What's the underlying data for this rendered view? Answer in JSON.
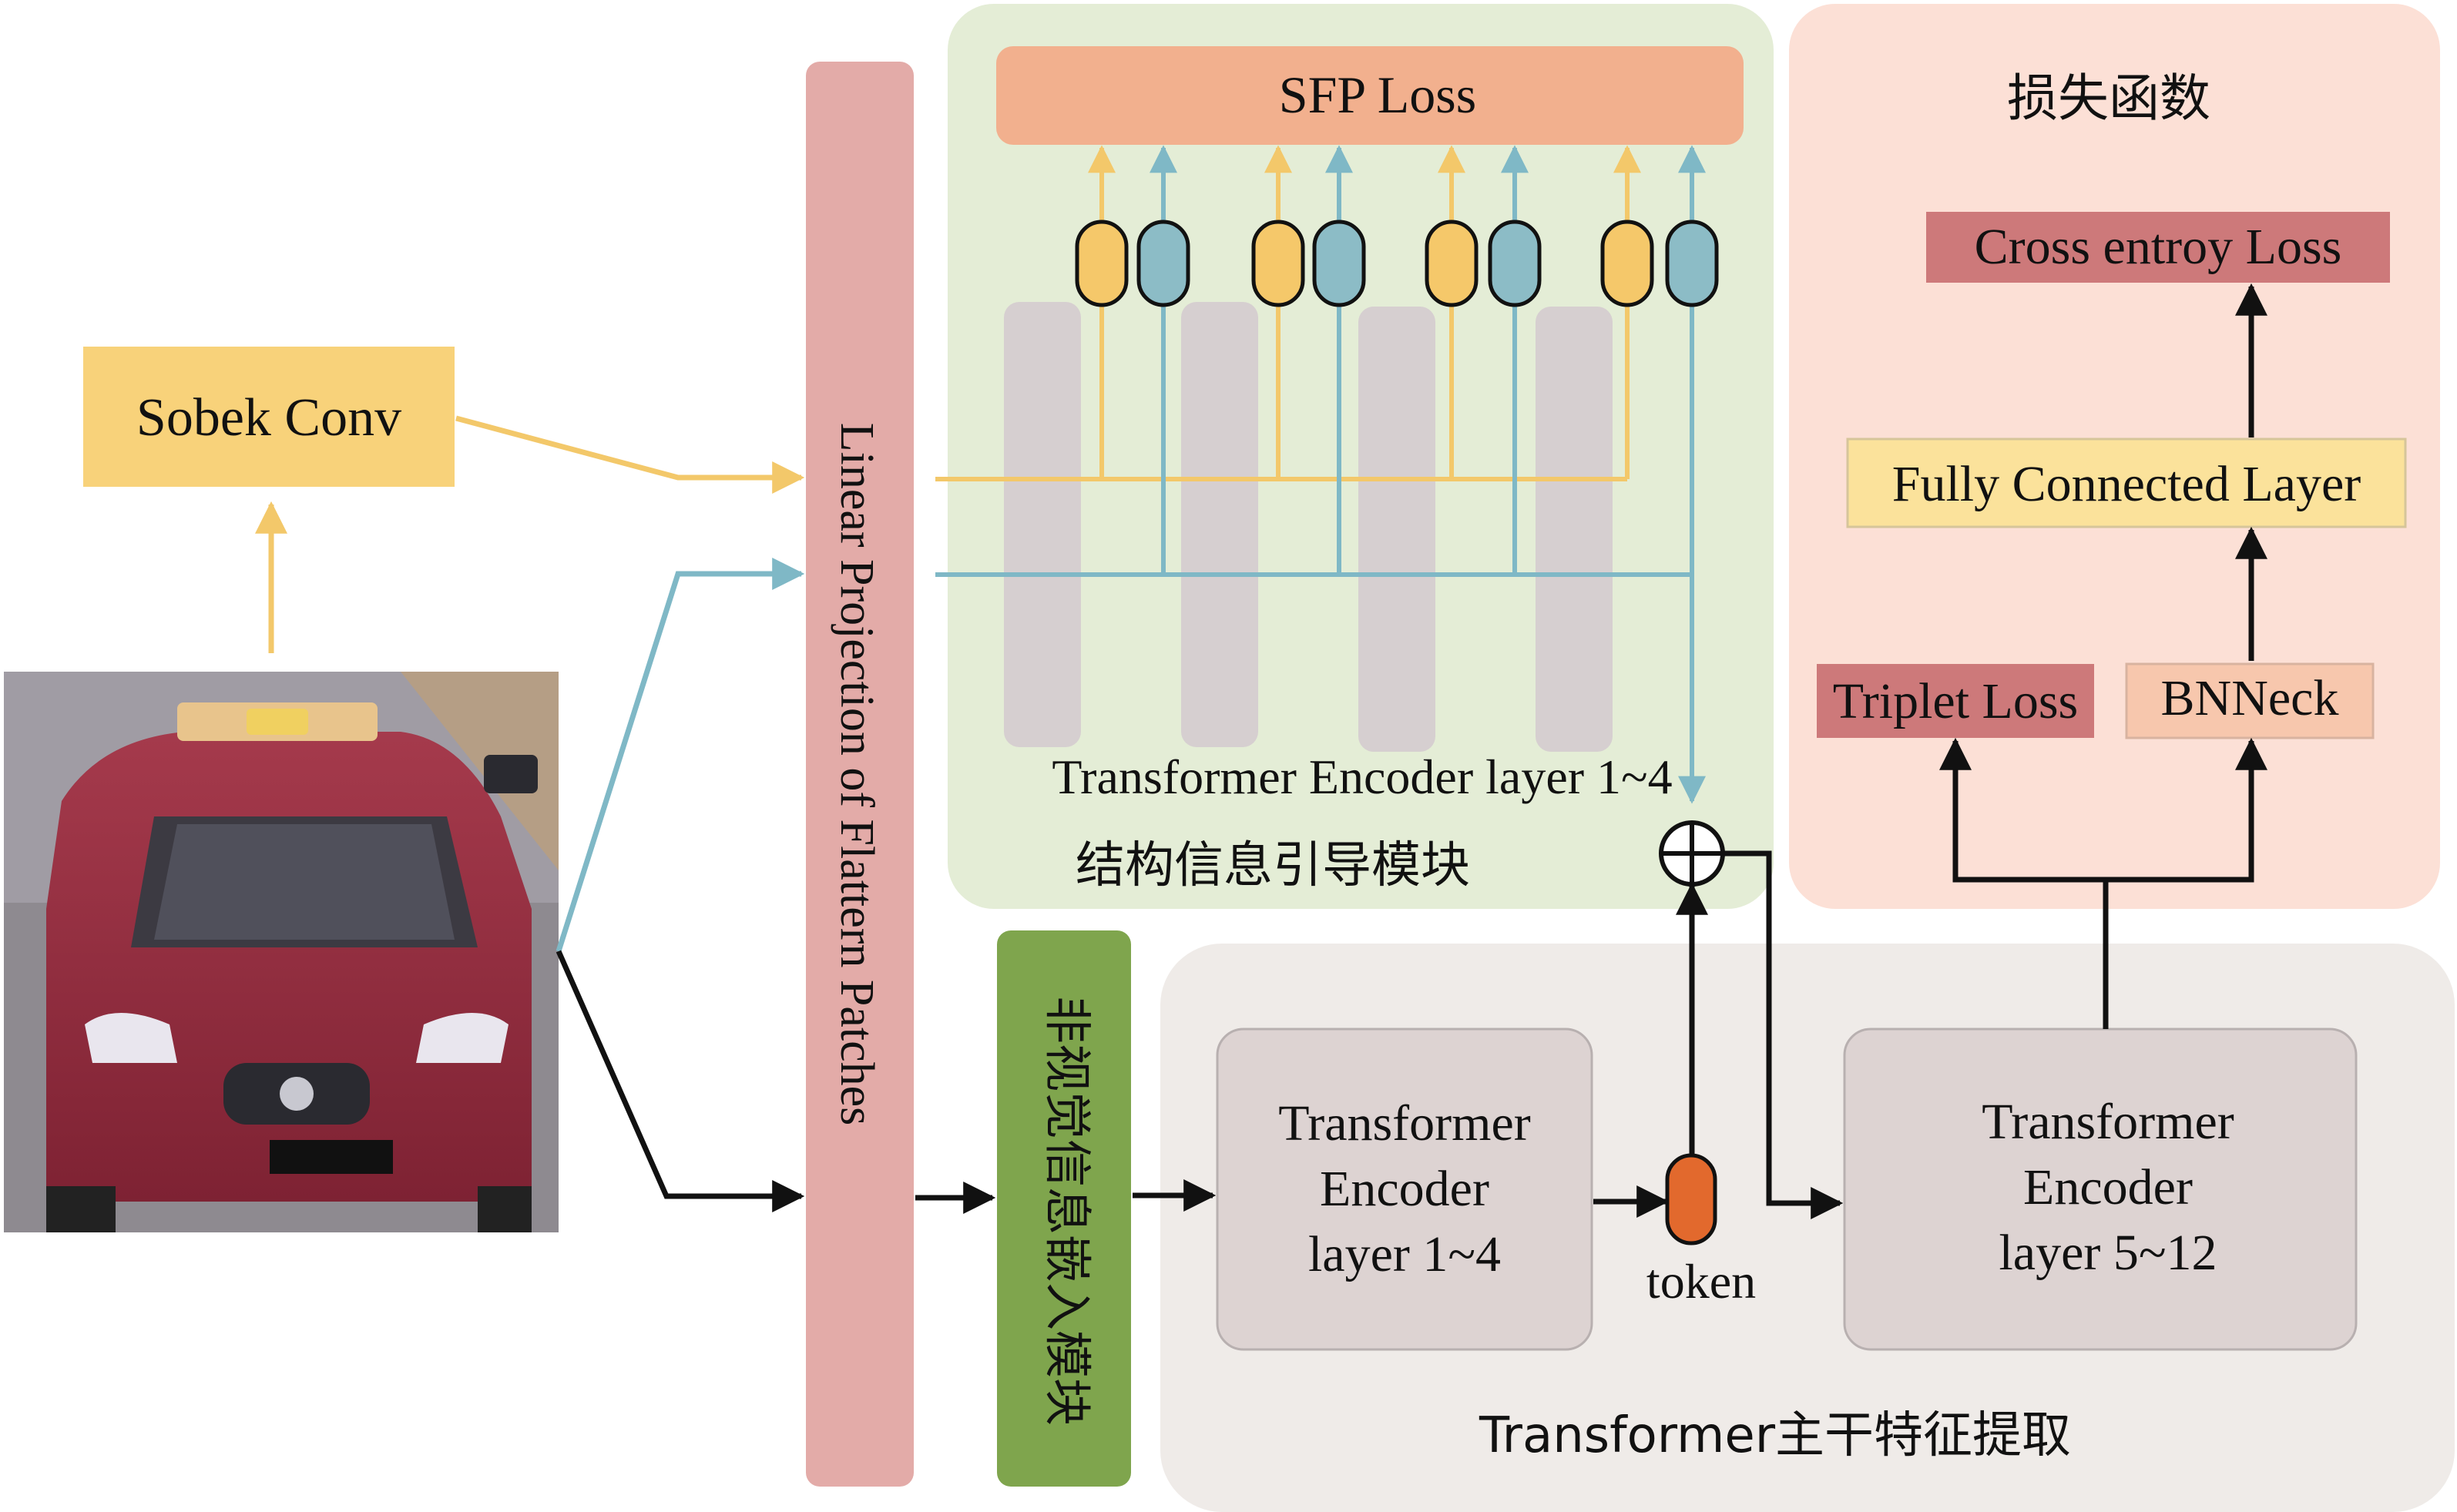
{
  "labels": {
    "sobel_conv": "Sobek Conv",
    "linear_projection": "Linear Projection of Flattern Patches",
    "sfp_loss": "SFP Loss",
    "structure_encoder": "Transformer Encoder layer 1~4",
    "structure_module": "结构信息引导模块",
    "non_visual_module": "非视觉信息嵌入模块",
    "encoder_a_line1": "Transformer",
    "encoder_a_line2": "Encoder",
    "encoder_a_line3": "layer 1~4",
    "token": "token",
    "encoder_b_line1": "Transformer",
    "encoder_b_line2": "Encoder",
    "encoder_b_line3": "layer 5~12",
    "backbone": "Transformer主干特征提取",
    "loss_functions": "损失函数",
    "cross_entropy": "Cross entroy Loss",
    "fully_connected": "Fully Connected Layer",
    "triplet_loss": "Triplet Loss",
    "bnneck": "BNNeck"
  },
  "colors": {
    "orange_arrow": "#f3c86a",
    "blue_arrow": "#7fb8c6",
    "green_panel": "#e4edd6",
    "loss_panel": "#fce0d6",
    "backbone_panel": "#efebe8",
    "projection_bar": "#e3aba8",
    "nonvisual_bar": "#7fa54d",
    "sfp_box": "#f2b08e",
    "sobel_box": "#f8d27a",
    "encoder_box": "#ddd3d2",
    "token": "#e2692d",
    "red_box": "#cd797a",
    "fc_box": "#fbe29b",
    "bnneck_box": "#f7c7ad"
  }
}
